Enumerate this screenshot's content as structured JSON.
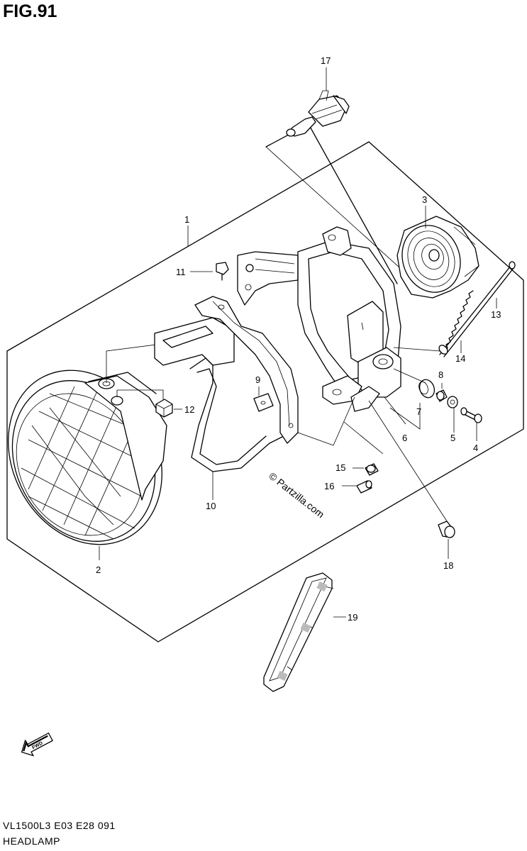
{
  "figure": {
    "title": "FIG.91"
  },
  "footer": {
    "model_code": "VL1500L3  E03  E28  091",
    "section_name": "HEADLAMP"
  },
  "watermark": "© Partzilla.com",
  "fwd_label": "FWD",
  "callouts": [
    "1",
    "2",
    "3",
    "4",
    "5",
    "6",
    "7",
    "8",
    "9",
    "10",
    "11",
    "12",
    "13",
    "14",
    "15",
    "16",
    "17",
    "18",
    "19"
  ]
}
